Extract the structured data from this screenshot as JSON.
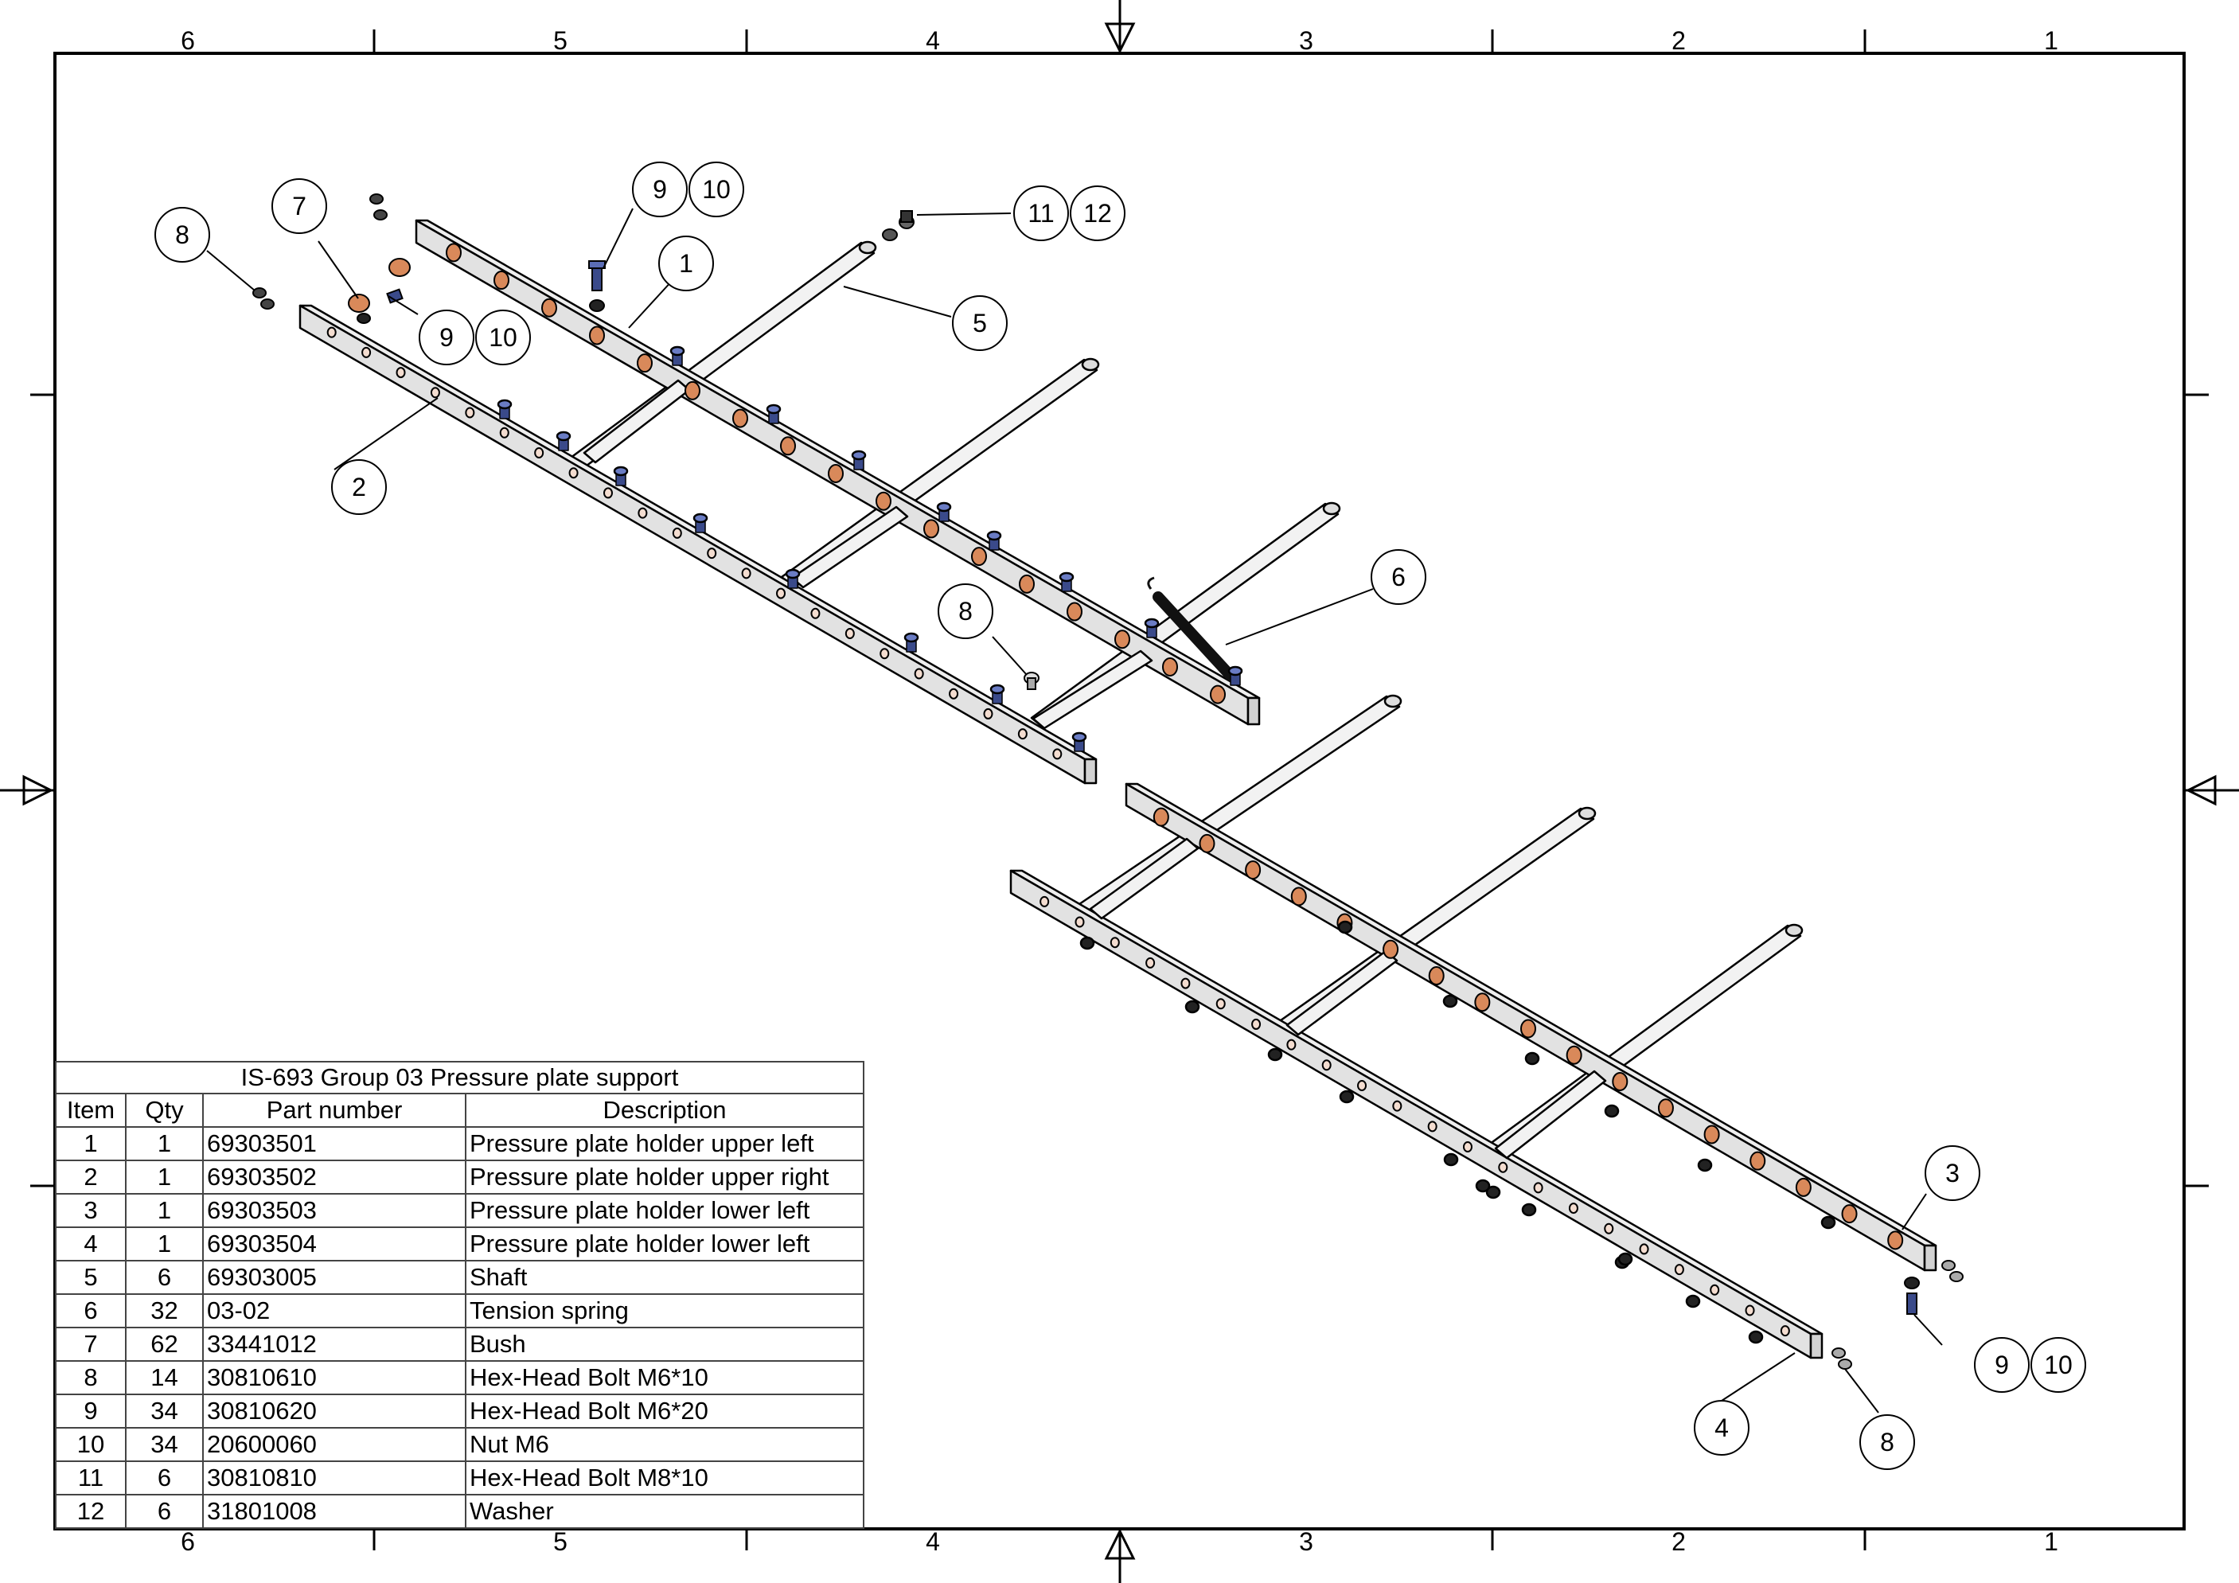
{
  "zones": {
    "columns": [
      "6",
      "5",
      "4",
      "3",
      "2",
      "1"
    ]
  },
  "balloons": [
    {
      "id": "b-1",
      "labels": [
        "1"
      ]
    },
    {
      "id": "b-2",
      "labels": [
        "2"
      ]
    },
    {
      "id": "b-3",
      "labels": [
        "3"
      ]
    },
    {
      "id": "b-4",
      "labels": [
        "4"
      ]
    },
    {
      "id": "b-5",
      "labels": [
        "5"
      ]
    },
    {
      "id": "b-6",
      "labels": [
        "6"
      ]
    },
    {
      "id": "b-7",
      "labels": [
        "7"
      ]
    },
    {
      "id": "b-8a",
      "labels": [
        "8"
      ]
    },
    {
      "id": "b-8b",
      "labels": [
        "8"
      ]
    },
    {
      "id": "b-8c",
      "labels": [
        "8"
      ]
    },
    {
      "id": "b-9-10a",
      "labels": [
        "9",
        "10"
      ]
    },
    {
      "id": "b-9-10b",
      "labels": [
        "9",
        "10"
      ]
    },
    {
      "id": "b-9-10c",
      "labels": [
        "9",
        "10"
      ]
    },
    {
      "id": "b-11-12",
      "labels": [
        "11",
        "12"
      ]
    }
  ],
  "bom": {
    "title": "IS-693 Group 03 Pressure plate support",
    "headers": [
      "Item",
      "Qty",
      "Part number",
      "Description"
    ],
    "rows": [
      [
        "1",
        "1",
        "69303501",
        "Pressure plate holder upper left"
      ],
      [
        "2",
        "1",
        "69303502",
        "Pressure plate holder upper right"
      ],
      [
        "3",
        "1",
        "69303503",
        "Pressure plate holder lower left"
      ],
      [
        "4",
        "1",
        "69303504",
        "Pressure plate holder lower left"
      ],
      [
        "5",
        "6",
        "69303005",
        "Shaft"
      ],
      [
        "6",
        "32",
        "03-02",
        "Tension spring"
      ],
      [
        "7",
        "62",
        "33441012",
        "Bush"
      ],
      [
        "8",
        "14",
        "30810610",
        "Hex-Head Bolt M6*10"
      ],
      [
        "9",
        "34",
        "30810620",
        "Hex-Head Bolt M6*20"
      ],
      [
        "10",
        "34",
        "20600060",
        "Nut M6"
      ],
      [
        "11",
        "6",
        "30810810",
        "Hex-Head Bolt M8*10"
      ],
      [
        "12",
        "6",
        "31801008",
        "Washer"
      ]
    ]
  },
  "colors": {
    "line": "#000000",
    "bar_fill": "#e4e4e4",
    "shaft_fill": "#f2f2f2",
    "bush": "#d9895a",
    "bolt": "#3a4a8a",
    "fastener_dark": "#222222"
  }
}
